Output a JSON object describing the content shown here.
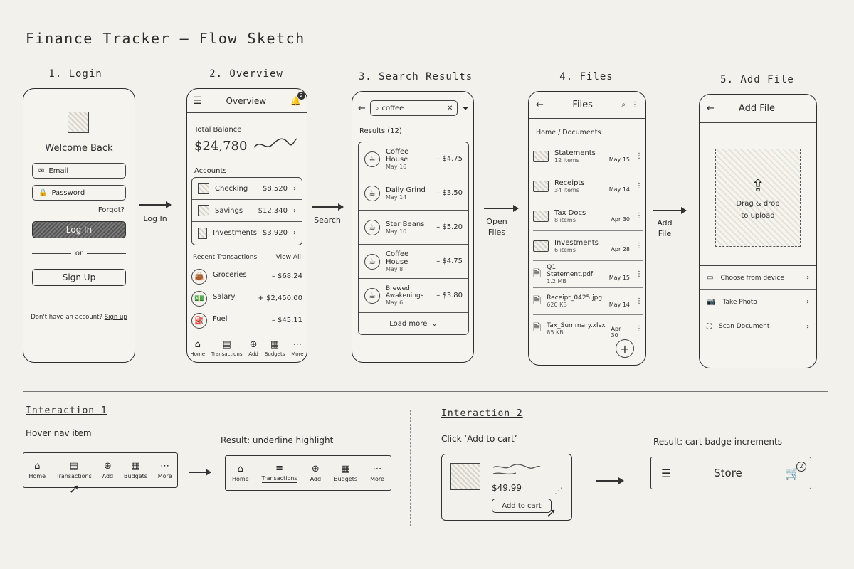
{
  "title": "Finance Tracker – Flow Sketch",
  "steps": {
    "s1": "1. Login",
    "s2": "2. Overview",
    "s3": "3. Search Results",
    "s4": "4. Files",
    "s5": "5. Add File"
  },
  "login": {
    "welcome": "Welcome Back",
    "email_placeholder": "Email",
    "password_placeholder": "Password",
    "forgot": "Forgot?",
    "login_button": "Log In",
    "or": "or",
    "signup_button": "Sign Up",
    "no_account": "Don't have an account?",
    "signup_link": "Sign up"
  },
  "arrows": {
    "a1": "Log In",
    "a2": "Search",
    "a3_l1": "Open",
    "a3_l2": "Files",
    "a4_l1": "Add",
    "a4_l2": "File"
  },
  "overview": {
    "header": "Overview",
    "notif_count": "2",
    "total_label": "Total Balance",
    "total_value": "$24,780",
    "accounts_label": "Accounts",
    "accounts": [
      {
        "name": "Checking",
        "value": "$8,520"
      },
      {
        "name": "Savings",
        "value": "$12,340"
      },
      {
        "name": "Investments",
        "value": "$3,920"
      }
    ],
    "recent_label": "Recent Transactions",
    "view_all": "View All",
    "transactions": [
      {
        "name": "Groceries",
        "value": "– $68.24",
        "icon": "bag-icon"
      },
      {
        "name": "Salary",
        "value": "+ $2,450.00",
        "icon": "cash-icon"
      },
      {
        "name": "Fuel",
        "value": "– $45.11",
        "icon": "fuel-icon"
      }
    ],
    "nav": [
      "Home",
      "Transactions",
      "Add",
      "Budgets",
      "More"
    ]
  },
  "search": {
    "query": "coffee",
    "results_label": "Results (12)",
    "results": [
      {
        "name": "Coffee House",
        "date": "May 16",
        "amount": "– $4.75"
      },
      {
        "name": "Daily Grind",
        "date": "May 14",
        "amount": "– $3.50"
      },
      {
        "name": "Star Beans",
        "date": "May 10",
        "amount": "– $5.20"
      },
      {
        "name": "Coffee House",
        "date": "May 8",
        "amount": "– $4.75"
      },
      {
        "name": "Brewed Awakenings",
        "date": "May 6",
        "amount": "– $3.80"
      }
    ],
    "load_more": "Load more"
  },
  "files": {
    "header": "Files",
    "breadcrumb": "Home / Documents",
    "folders": [
      {
        "name": "Statements",
        "meta": "12 items",
        "date": "May 15"
      },
      {
        "name": "Receipts",
        "meta": "34 items",
        "date": "May 14"
      },
      {
        "name": "Tax Docs",
        "meta": "8 items",
        "date": "Apr 30"
      },
      {
        "name": "Investments",
        "meta": "6 items",
        "date": "Apr 28"
      }
    ],
    "docs": [
      {
        "name": "Q1 Statement.pdf",
        "meta": "1.2 MB",
        "date": "May 15"
      },
      {
        "name": "Receipt_0425.jpg",
        "meta": "620 KB",
        "date": "May 14"
      },
      {
        "name": "Tax_Summary.xlsx",
        "meta": "85 KB",
        "date": "Apr 30"
      }
    ]
  },
  "addfile": {
    "header": "Add File",
    "drop_l1": "Drag & drop",
    "drop_l2": "to upload",
    "options": [
      "Choose from device",
      "Take Photo",
      "Scan Document"
    ]
  },
  "interaction1": {
    "title": "Interaction 1",
    "hover_label": "Hover nav item",
    "result_label": "Result: underline highlight",
    "nav": [
      "Home",
      "Transactions",
      "Add",
      "Budgets",
      "More"
    ]
  },
  "interaction2": {
    "title": "Interaction 2",
    "click_label": "Click ‘Add to cart’",
    "price": "$49.99",
    "add_button": "Add to cart",
    "result_label": "Result: cart badge increments",
    "store_title": "Store",
    "cart_count": "2"
  }
}
